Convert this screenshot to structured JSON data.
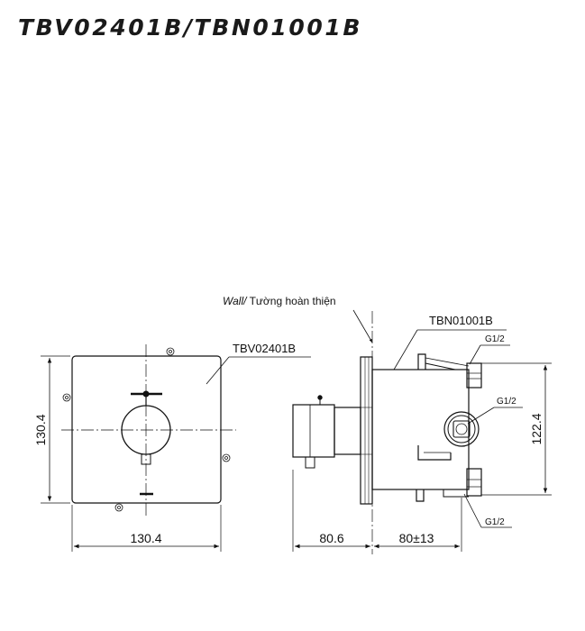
{
  "title": "TBV02401B/TBN01001B",
  "labels": {
    "wall_italic": "Wall/",
    "wall_rest": " Tường hoàn thiện",
    "front_model": "TBV02401B",
    "side_model": "TBN01001B",
    "port_top": "G1/2",
    "port_mid": "G1/2",
    "port_bottom": "G1/2"
  },
  "dimensions": {
    "front_height": "130.4",
    "front_width": "130.4",
    "protrusion": "80.6",
    "depth": "80±13",
    "body_height": "122.4"
  }
}
